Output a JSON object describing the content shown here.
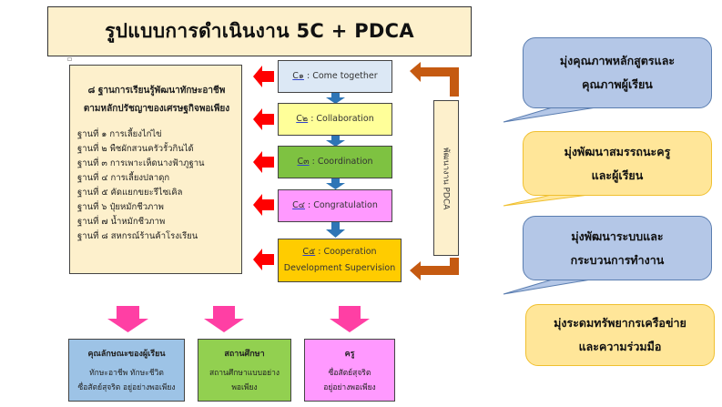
{
  "title": "รูปแบบการดำเนินงาน  5C + PDCA",
  "stations": {
    "heading_line1": "๘ ฐานการเรียนรู้พัฒนาทักษะอาชีพ",
    "heading_line2": "ตามหลักปรัชญาของเศรษฐกิจพอเพียง",
    "items": [
      "ฐานที่ ๑  การเลี้ยงไก่ไข่",
      "ฐานที่ ๒  พืชผักสวนครัวรั้วกินได้",
      "ฐานที่ ๓  การเพาะเห็ดนางฟ้าภูฐาน",
      "ฐานที่ ๔  การเลี้ยงปลาดุก",
      "ฐานที่ ๕  คัดแยกขยะรีไซเคิล",
      "ฐานที่ ๖  ปุ๋ยหมักชีวภาพ",
      "ฐานที่ ๗  น้ำหมักชีวภาพ",
      "ฐานที่ ๘  สหกรณ์ร้านค้าโรงเรียน"
    ]
  },
  "c_steps": [
    {
      "code": "C๑",
      "label": " : Come together",
      "line2": ""
    },
    {
      "code": "C๒",
      "label": " : Collaboration",
      "line2": ""
    },
    {
      "code": "C๓",
      "label": " : Coordination",
      "line2": ""
    },
    {
      "code": "C๔",
      "label": " : Congratulation",
      "line2": ""
    },
    {
      "code": "C๕",
      "label": " : Cooperation",
      "line2": "Development Supervision"
    }
  ],
  "pdca_label": "พัฒนางาน PDCA",
  "bubbles": [
    {
      "line1": "มุ่งคุณภาพหลักสูตรและ",
      "line2": "คุณภาพผู้เรียน",
      "color": "#b4c7e7"
    },
    {
      "line1": "มุ่งพัฒนาสมรรถนะครู",
      "line2": "และผู้เรียน",
      "color": "#ffe699"
    },
    {
      "line1": "มุ่งพัฒนาระบบและ",
      "line2": "กระบวนการทำงาน",
      "color": "#b4c7e7"
    },
    {
      "line1": "มุ่งระดมทรัพยากรเครือข่าย",
      "line2": "และความร่วมมือ",
      "color": "#ffe699"
    }
  ],
  "outcomes": [
    {
      "heading": "คุณลักษณะของผู้เรียน",
      "line1": "ทักษะอาชีพ ทักษะชีวิต",
      "line2": "ซื่อสัตย์สุจริต อยู่อย่างพอเพียง"
    },
    {
      "heading": "สถานศึกษา",
      "line1": "สถานศึกษาแบบอย่าง",
      "line2": "พอเพียง"
    },
    {
      "heading": "ครู",
      "line1": "ซื่อสัตย์สุจริต",
      "line2": "อยู่อย่างพอเพียง"
    }
  ],
  "colors": {
    "red_arrow": "#ff0000",
    "blue_arrow": "#2e75b6",
    "orange_arrow": "#c55a11",
    "pink_arrow": "#ff3fa4"
  }
}
